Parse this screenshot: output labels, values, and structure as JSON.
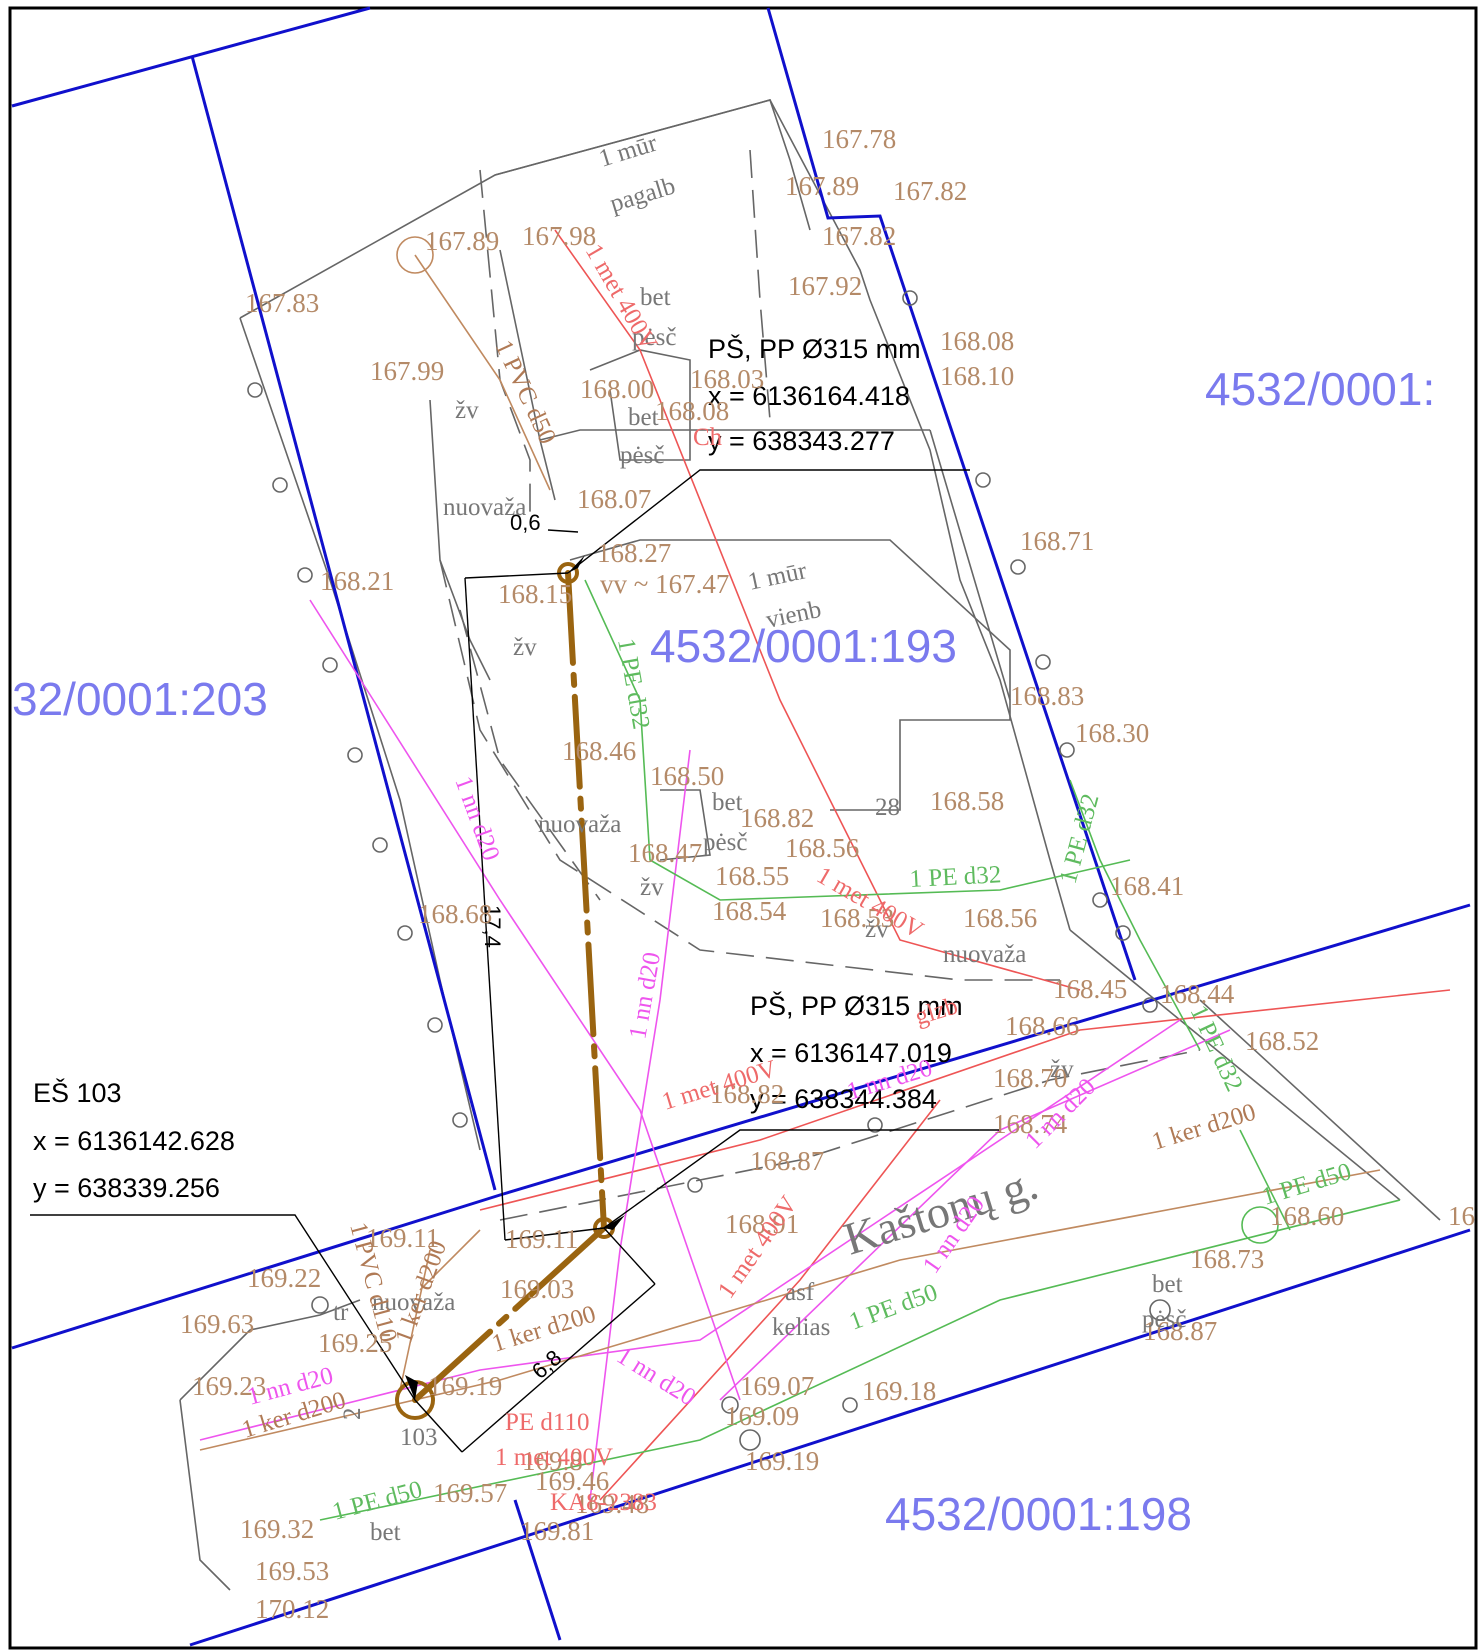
{
  "parcels": {
    "p193": "4532/0001:193",
    "p203": "32/0001:203",
    "p198": "4532/0001:198",
    "p_right": "4532/0001:"
  },
  "street": "Kaštonų g.",
  "annotations": {
    "ps_upper": {
      "title": "PŠ, PP Ø315 mm",
      "x": "x = 6136164.418",
      "y": "y = 638343.277"
    },
    "ps_lower": {
      "title": "PŠ, PP Ø315 mm",
      "x": "x = 6136147.019",
      "y": "y = 638344.384"
    },
    "es": {
      "title": "EŠ 103",
      "x": "x = 6136142.628",
      "y": "y = 638339.256"
    }
  },
  "dimensions": {
    "d1": "0,6",
    "d2": "17,4",
    "d3": "6,8"
  },
  "elevations": [
    "167.78",
    "167.89",
    "167.82",
    "167.82",
    "167.89",
    "167.98",
    "167.92",
    "167.83",
    "167.99",
    "168.08",
    "168.10",
    "168.00",
    "168.03",
    "168.08",
    "168.07",
    "168.27",
    "168.71",
    "168.21",
    "168.15",
    "vv ~ 167.47",
    "168.46",
    "168.83",
    "168.30",
    "168.50",
    "168.82",
    "168.58",
    "168.56",
    "168.47",
    "168.55",
    "168.54",
    "168.41",
    "168.68",
    "168.53",
    "168.56",
    "168.45",
    "168.44",
    "168.66",
    "168.52",
    "168.70",
    "168.82",
    "168.74",
    "168.87",
    "168.91",
    "168.60",
    "169.11",
    "169.11",
    "168.73",
    "169.22",
    "169.03",
    "169.63",
    "169.25",
    "168.87",
    "169.23",
    "169.19",
    "169.07",
    "169.18",
    "169.09",
    "169.19",
    "169.8",
    "169.57",
    "169.46",
    "169.48",
    "169.32",
    "169.81",
    "169.53",
    "170.12",
    "16"
  ],
  "labels": {
    "grey": [
      "1 mūr",
      "pagalb",
      "bet",
      "pėsč",
      "bet",
      "pėsč",
      "žv",
      "nuovaža",
      "1 mūr",
      "vienb",
      "žv",
      "nuovaža",
      "bet",
      "pėsč",
      "žv",
      "28",
      "žv",
      "nuovaža",
      "žv",
      "tr",
      "nuovaža",
      "asf",
      "kelias",
      "bet",
      "pėsč",
      "103",
      "bet",
      "2"
    ],
    "red": [
      "1 met 400V",
      "Ch",
      "glzb",
      "1 met 400V",
      "1 met 400V",
      "1 met 400V",
      "PE d110",
      "1 met 400V",
      "KA8-2383"
    ],
    "green": [
      "1 PE d32",
      "1 PE d32",
      "1 PE d32",
      "1 PE d32",
      "1 PE d50",
      "1 PE d50",
      "1 PE d50"
    ],
    "magenta": [
      "1 nn d20",
      "1 nn d20",
      "1 nn d20",
      "1 nn d20",
      "1 nn d20",
      "1 nn d20",
      "1 nn d20"
    ],
    "brown": [
      "1 PVC d50",
      "1 ker d200",
      "1 ker d200",
      "1 ker d200",
      "1 PVC d110",
      "1 ker d200"
    ]
  },
  "colors": {
    "parcel_line": "#1010cc",
    "pipe": "#9a6410",
    "parcel_text": "#7a7aee",
    "elevation": "#b48a68"
  }
}
